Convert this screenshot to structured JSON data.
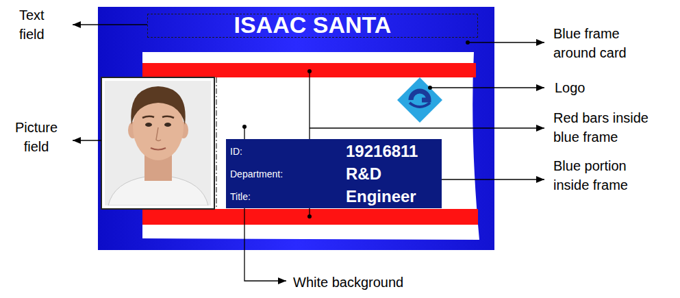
{
  "diagram": {
    "nodes": [
      {
        "text": [
          "ISAAC SANTA"
        ]
      },
      {
        "text": [
          "ID:",
          "19216811",
          "Department:",
          "R&D",
          "Title:",
          "Engineer"
        ]
      }
    ],
    "labels": [
      "Text field",
      "Picture field",
      "Blue frame around card",
      "Logo",
      "Red bars inside blue frame",
      "Blue portion inside frame",
      "White background"
    ]
  }
}
